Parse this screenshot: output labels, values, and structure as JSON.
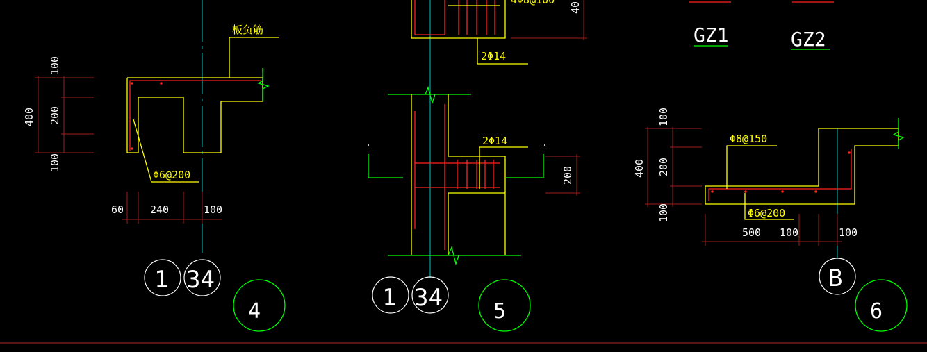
{
  "labels": {
    "slab_neg_rebar": "板负筋",
    "stirrup_d4": "Φ6@200",
    "rebar_2d14_top": "2Φ14",
    "rebar_2d14_mid": "2Φ14",
    "top_partial": "4Φ8@100",
    "dist_d6": "Φ8@150",
    "stirrup_d6": "Φ6@200",
    "gz1": "GZ1",
    "gz2": "GZ2"
  },
  "dims": {
    "d4_v1": "100",
    "d4_v2": "200",
    "d4_v3": "100",
    "d4_vtotal": "400",
    "d4_h1": "60",
    "d4_h2": "240",
    "d4_h3": "100",
    "d5_v": "200",
    "d5_top_partial": "40",
    "d6_v1": "100",
    "d6_v2": "200",
    "d6_v3": "100",
    "d6_vtotal": "400",
    "d6_h1": "500",
    "d6_h2": "100",
    "d6_h3": "100"
  },
  "axes": {
    "a4_1": "1",
    "a4_2": "34",
    "a5_1": "1",
    "a5_2": "34",
    "a6": "B"
  },
  "details": {
    "d4": "4",
    "d5": "5",
    "d6": "6"
  }
}
